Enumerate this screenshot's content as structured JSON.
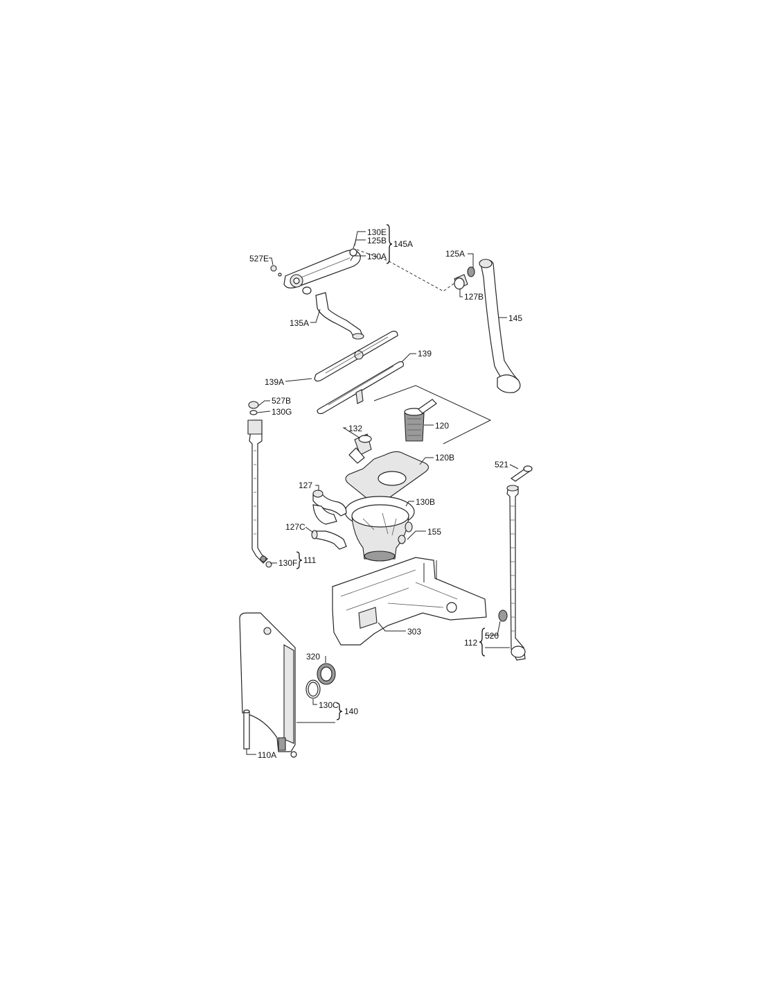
{
  "labels": {
    "l130E": "130E",
    "l125B": "125B",
    "l145A": "145A",
    "l130A": "130A",
    "l527E": "527E",
    "l125A": "125A",
    "l127B": "127B",
    "l145": "145",
    "l135A": "135A",
    "l139": "139",
    "l139A": "139A",
    "l527B": "527B",
    "l130G": "130G",
    "l132": "132",
    "l120": "120",
    "l120B": "120B",
    "l521": "521",
    "l127": "127",
    "l130B": "130B",
    "l127C": "127C",
    "l155": "155",
    "l111": "111",
    "l130F": "130F",
    "l303": "303",
    "l112": "112",
    "l520": "520",
    "l320": "320",
    "l130C": "130C",
    "l140": "140",
    "l110A": "110A"
  }
}
